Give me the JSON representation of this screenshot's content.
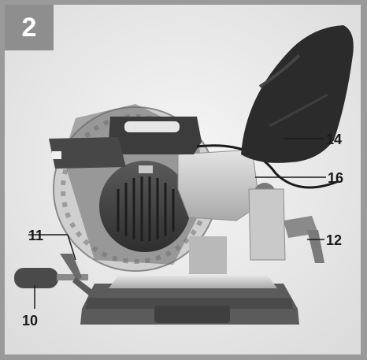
{
  "figure": {
    "number": "2"
  },
  "callouts": [
    {
      "id": "10",
      "text": "10"
    },
    {
      "id": "11",
      "text": "11"
    },
    {
      "id": "12",
      "text": "12"
    },
    {
      "id": "14",
      "text": "14"
    },
    {
      "id": "16",
      "text": "16"
    }
  ],
  "colors": {
    "badge_bg": "#8e8e8e",
    "frame_border": "#9a9a9a",
    "photo_bg": "#ececec"
  }
}
